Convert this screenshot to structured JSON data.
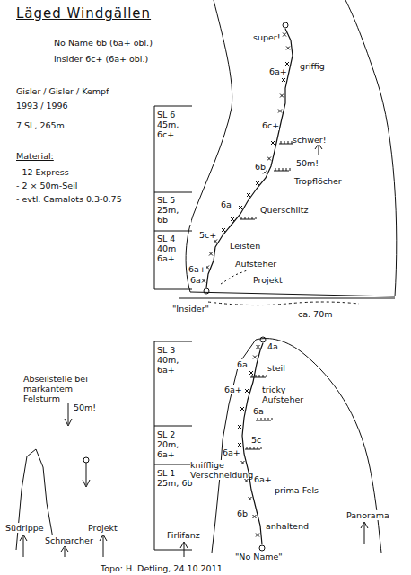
{
  "diagram": {
    "title": "Läged Windgällen",
    "labels": [
      "No Name 6b (6a+ obl.)",
      "Insider 6c+ (6a+ obl.)",
      "Gisler / Gisler / Kempf",
      "1993 / 1996",
      "7 SL, 265m",
      "Material:",
      "- 12 Express",
      "- 2 × 50m-Seil",
      "- evtl. Camalots 0.3-0.75",
      "SL 6 45m, 6c+",
      "SL 5 25m, 6b",
      "SL 4 40m 6a+",
      "super!",
      "6a+",
      "griffig",
      "6c+",
      "schwer!",
      "6b",
      "50m!",
      "Tropflöcher",
      "6a",
      "Querschlitz",
      "5c+",
      "Leisten",
      "6a+",
      "Aufsteher",
      "Projekt",
      "6a",
      "\"Insider\"",
      "ca. 70m",
      "Abseilstelle bei markantem Felsturm",
      "50m!",
      "SL 3 40m, 6a+",
      "SL 2 20m, 6a+",
      "SL 1 25m, 6b",
      "4a",
      "6a",
      "steil",
      "6a+",
      "tricky Aufsteher",
      "6a",
      "5c",
      "6a+",
      "knifflige Verschneidung",
      "6a+",
      "prima Fels",
      "6b",
      "anhaltend",
      "Südrippe",
      "Schnarcher",
      "Projekt",
      "Firlifanz",
      "\"No Name\"",
      "Panorama",
      "Topo: H. Detling, 24.10.2011"
    ]
  }
}
